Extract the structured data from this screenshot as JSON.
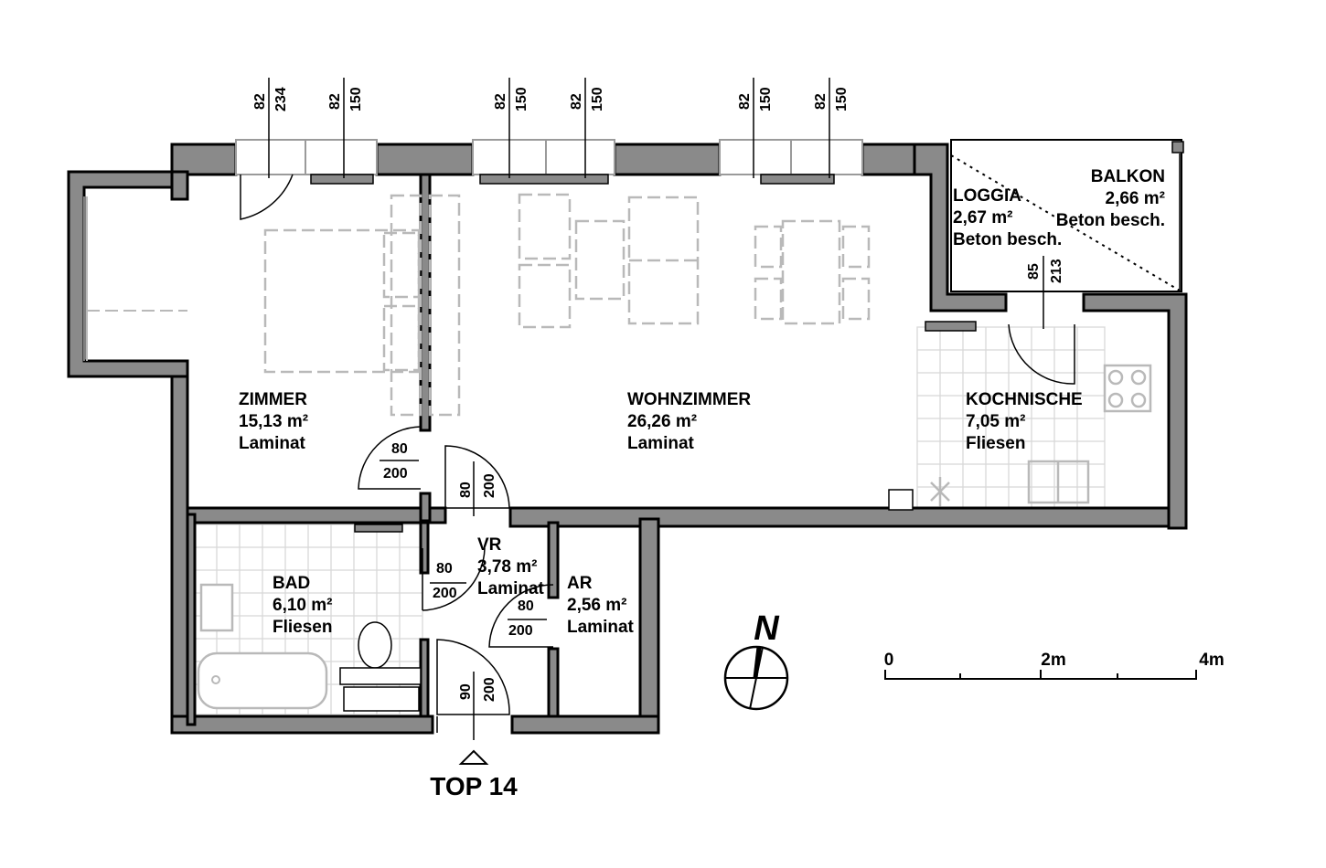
{
  "rooms": {
    "zimmer": {
      "name": "ZIMMER",
      "area": "15,13 m²",
      "floor": "Laminat"
    },
    "wohnzimmer": {
      "name": "WOHNZIMMER",
      "area": "26,26 m²",
      "floor": "Laminat"
    },
    "kochnische": {
      "name": "KOCHNISCHE",
      "area": "7,05 m²",
      "floor": "Fliesen"
    },
    "loggia": {
      "name": "LOGGIA",
      "area": "2,67 m²",
      "floor": "Beton besch."
    },
    "balkon": {
      "name": "BALKON",
      "area": "2,66 m²",
      "floor": "Beton besch."
    },
    "bad": {
      "name": "BAD",
      "area": "6,10 m²",
      "floor": "Fliesen"
    },
    "vr": {
      "name": "VR",
      "area": "3,78 m²",
      "floor": "Laminat"
    },
    "ar": {
      "name": "AR",
      "area": "2,56 m²",
      "floor": "Laminat"
    }
  },
  "window_dims": [
    {
      "w": "82",
      "h": "234"
    },
    {
      "w": "82",
      "h": "150"
    },
    {
      "w": "82",
      "h": "150"
    },
    {
      "w": "82",
      "h": "150"
    },
    {
      "w": "82",
      "h": "150"
    },
    {
      "w": "82",
      "h": "150"
    }
  ],
  "door_dims": {
    "zimmer": {
      "w": "80",
      "h": "200"
    },
    "wohnzimmer": {
      "w": "80",
      "h": "200"
    },
    "loggia": {
      "w": "85",
      "h": "213"
    },
    "bad": {
      "w": "80",
      "h": "200"
    },
    "ar": {
      "w": "80",
      "h": "200"
    },
    "entrance": {
      "w": "90",
      "h": "200"
    }
  },
  "unit_label": "TOP 14",
  "compass_label": "N",
  "scale": {
    "zero": "0",
    "mid": "2m",
    "end": "4m"
  }
}
